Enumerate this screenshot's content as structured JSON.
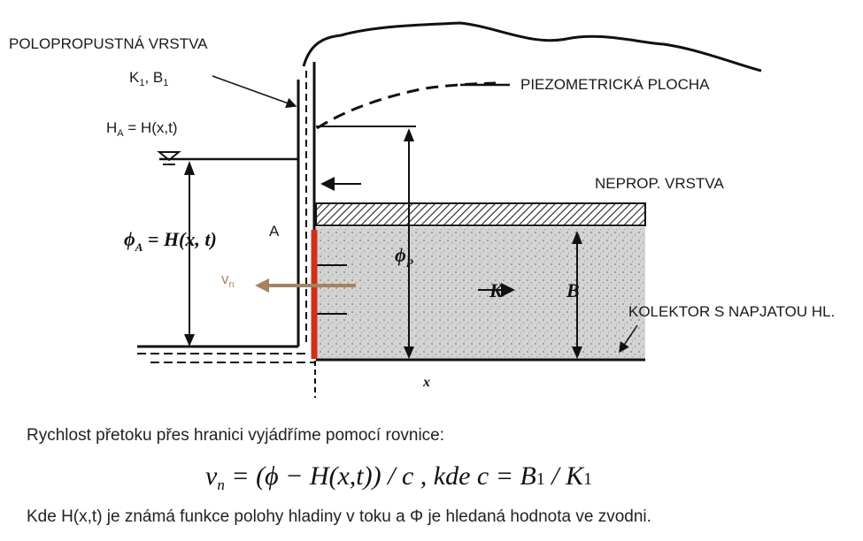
{
  "labels": {
    "semipermeable_layer": "POLOPROPUSTNÁ VRSTVA",
    "k1_main": "K",
    "k1_sub": "1",
    "k1_rest": ", B",
    "b1_sub": "1",
    "ha_main": "H",
    "ha_sub": "A",
    "ha_rest": " = H(x,t)",
    "piezometric": "PIEZOMETRICKÁ PLOCHA",
    "impermeable": "NEPROP. VRSTVA",
    "point_a": "A",
    "vn_main": "v",
    "vn_sub": "n",
    "aquifer": "KOLEKTOR S NAPJATOU HL."
  },
  "symbols": {
    "phi_a": "ϕ",
    "phi_a_sub": "A",
    "phi_a_rest": " = H(x, t)",
    "phi_p": "ϕ",
    "phi_p_sub": "P",
    "k": "K",
    "b": "B",
    "x": "x"
  },
  "text": {
    "line1": "Rychlost přetoku přes hranici vyjádříme pomocí rovnice:",
    "line2": "Kde H(x,t) je známá funkce polohy hladiny v toku a Φ je hledaná hodnota ve zvodni."
  },
  "equation": {
    "lhs_v": "v",
    "lhs_sub": "n",
    "body": " = (ϕ − H(x,t)) / c",
    "sep": " , kde    c = B",
    "b_sub": "1",
    "slash": " / K",
    "k_sub": "1"
  },
  "colors": {
    "boundary_red": "#d0311a",
    "flow_arrow": "#a58262",
    "ink": "#111111"
  }
}
